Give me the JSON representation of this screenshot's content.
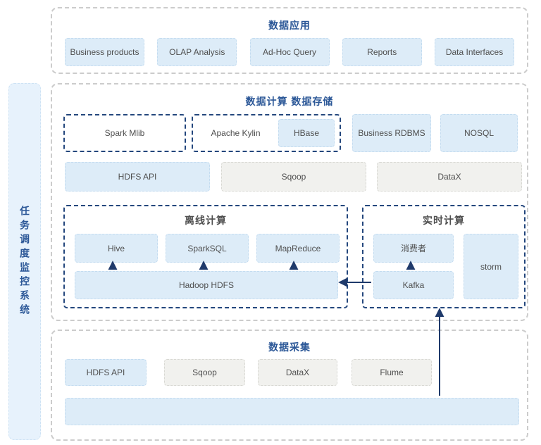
{
  "sidebar": {
    "label": "任务调度监控系统"
  },
  "app": {
    "title": "数据应用",
    "items": [
      "Business products",
      "OLAP Analysis",
      "Ad-Hoc Query",
      "Reports",
      "Data Interfaces"
    ]
  },
  "compute": {
    "title": "数据计算 数据存储",
    "spark_mlib": "Spark Mlib",
    "apache_kylin": "Apache Kylin",
    "hbase": "HBase",
    "business_rdbms": "Business RDBMS",
    "nosql": "NOSQL",
    "hdfs_api": "HDFS API",
    "sqoop": "Sqoop",
    "datax": "DataX",
    "offline": {
      "title": "离线计算",
      "engines": [
        "Hive",
        "SparkSQL",
        "MapReduce"
      ],
      "storage": "Hadoop HDFS"
    },
    "realtime": {
      "title": "实时计算",
      "consumer": "消费者",
      "storm": "storm",
      "kafka": "Kafka"
    }
  },
  "collect": {
    "title": "数据采集",
    "items": [
      "HDFS API",
      "Sqoop",
      "DataX",
      "Flume"
    ]
  },
  "colors": {
    "title_blue": "#2b5797",
    "navy_border": "#24477d",
    "arrow": "#1f3a6b",
    "box_blue_fill": "#ddecf8",
    "box_blue_border": "#c4dcf0",
    "box_gray_fill": "#f1f1ee",
    "box_gray_border": "#d8d8d3",
    "label_text": "#4f4f4f",
    "sidebar_fill": "#e7f2fc"
  }
}
